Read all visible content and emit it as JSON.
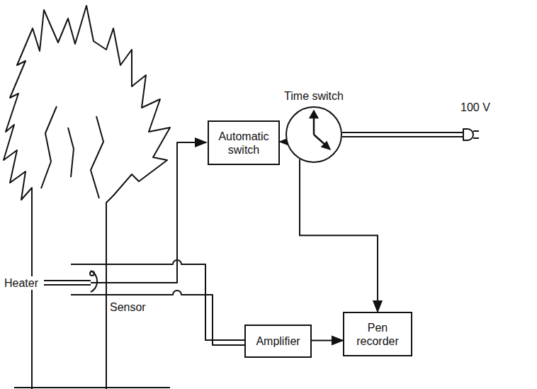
{
  "diagram": {
    "nodes": [
      {
        "text": [
          "Automatic switch"
        ]
      },
      {
        "text": [
          "Time switch"
        ]
      },
      {
        "text": [
          "Amplifier"
        ]
      },
      {
        "text": [
          "Pen recorder"
        ]
      }
    ],
    "edges": [
      {
        "from": 1,
        "to": 0,
        "arrow": "to"
      },
      {
        "from": 1,
        "to": 3,
        "arrow": "to"
      },
      {
        "from": 2,
        "to": 3,
        "arrow": "to"
      }
    ],
    "labels": [
      "Heater",
      "Sensor",
      "100 V"
    ]
  }
}
